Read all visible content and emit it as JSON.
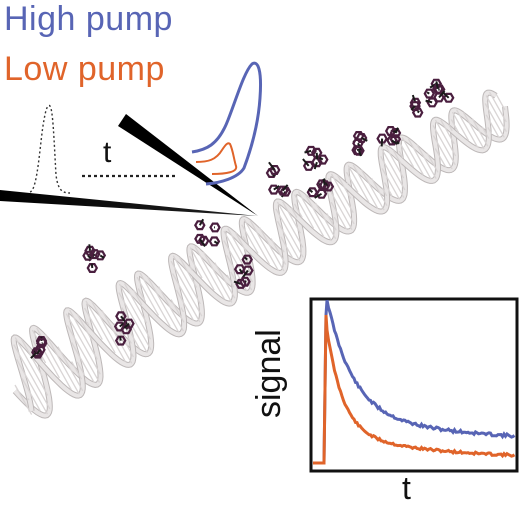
{
  "legend": {
    "high_label": "High pump",
    "low_label": "Low pump"
  },
  "colors": {
    "high": "#5865b5",
    "low": "#e0642a",
    "dna": "#e9e6e6",
    "dye": "#4a1f3f"
  },
  "delay_label": "t",
  "inset": {
    "ylabel": "signal",
    "xlabel": "t"
  }
}
